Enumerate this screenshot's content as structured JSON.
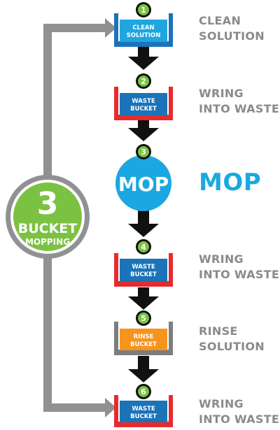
{
  "title": {
    "number": "3",
    "line1": "BUCKET",
    "line2": "MOPPING"
  },
  "colors": {
    "gray": "#8f9193",
    "green": "#7cc242",
    "blue": "#1b73b8",
    "blue_solution": "#1fa6e0",
    "red": "#e52b2f",
    "gray_bucket": "#7b7d80",
    "orange": "#f7941d",
    "mop_blue": "#1ba8e0",
    "label_gray": "#8a8a8a"
  },
  "steps": [
    {
      "number": "1",
      "bucket_text": [
        "CLEAN",
        "SOLUTION"
      ],
      "label": [
        "CLEAN",
        "SOLUTION"
      ]
    },
    {
      "number": "2",
      "bucket_text": [
        "WASTE",
        "BUCKET"
      ],
      "label": [
        "WRING",
        "INTO WASTE"
      ]
    },
    {
      "number": "3",
      "bucket_text": [
        "MOP"
      ],
      "label": [
        "MOP"
      ]
    },
    {
      "number": "4",
      "bucket_text": [
        "WASTE",
        "BUCKET"
      ],
      "label": [
        "WRING",
        "INTO WASTE"
      ]
    },
    {
      "number": "5",
      "bucket_text": [
        "RINSE",
        "BUCKET"
      ],
      "label": [
        "RINSE",
        "SOLUTION"
      ]
    },
    {
      "number": "6",
      "bucket_text": [
        "WASTE",
        "BUCKET"
      ],
      "label": [
        "WRING",
        "INTO WASTE"
      ]
    }
  ]
}
